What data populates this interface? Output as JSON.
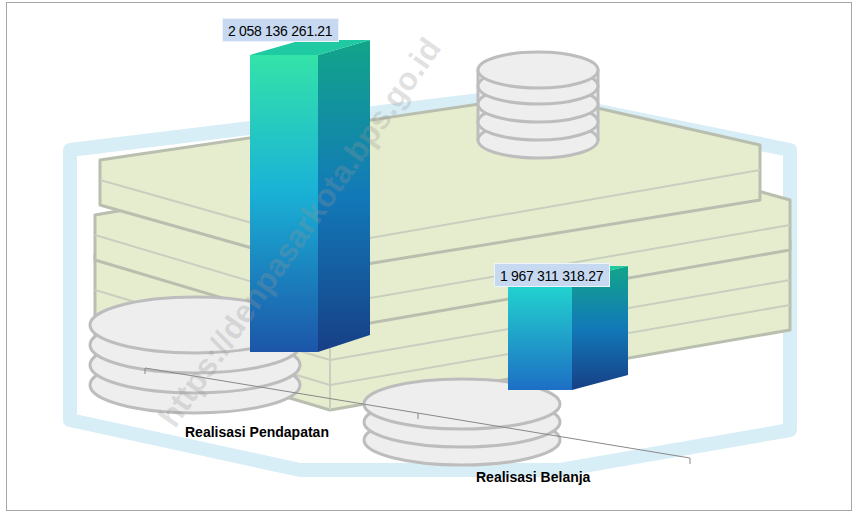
{
  "diagram": {
    "nodes": [
      {
        "text": [
          "2 058 136 261.21"
        ]
      },
      {
        "text": [
          "1 967 311 318.27"
        ]
      }
    ],
    "labels": [
      "Realisasi Pendapatan",
      "Realisasi Belanja",
      "https://denpasarkota.bps.go.id"
    ]
  }
}
